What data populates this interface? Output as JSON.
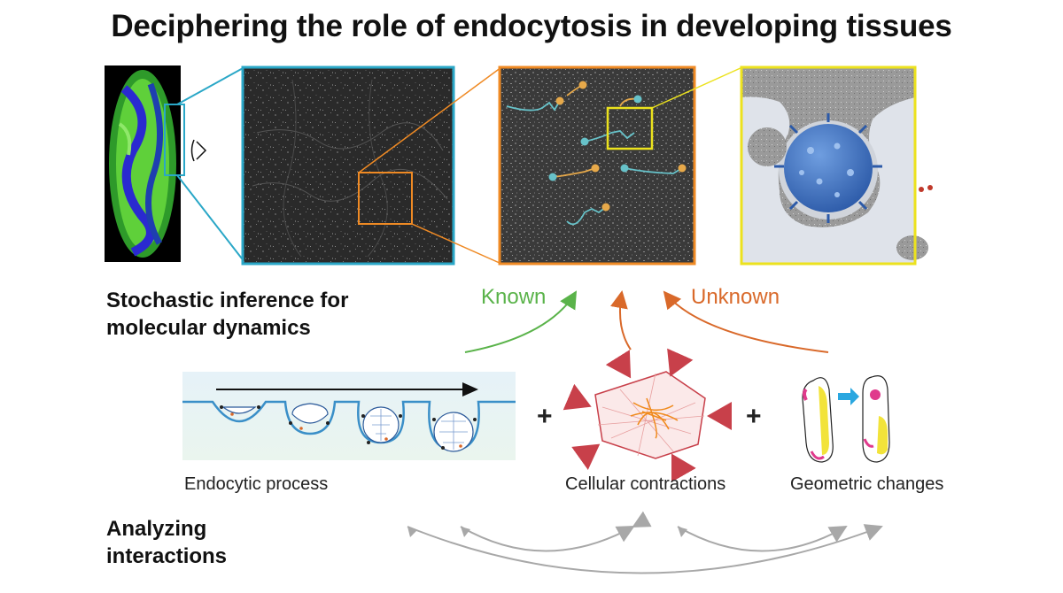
{
  "title": "Deciphering the role of endocytosis in developing tissues",
  "sections": {
    "stochastic": [
      "Stochastic inference for",
      "molecular dynamics"
    ],
    "analyzing": [
      "Analyzing",
      "interactions"
    ]
  },
  "labels": {
    "known": "Known",
    "unknown": "Unknown"
  },
  "captions": {
    "endocytic": "Endocytic process",
    "contractions": "Cellular contractions",
    "geometric": "Geometric changes"
  },
  "symbols": {
    "plus": "+"
  },
  "colors": {
    "cyan_frame": "#2aa7c7",
    "orange_frame": "#ef8a24",
    "yellow_frame": "#ece21e",
    "known_green": "#5ab34a",
    "unknown_orange": "#d9692a",
    "interaction_gray": "#a8a8a8",
    "virus_blue": "#3f78c8"
  }
}
